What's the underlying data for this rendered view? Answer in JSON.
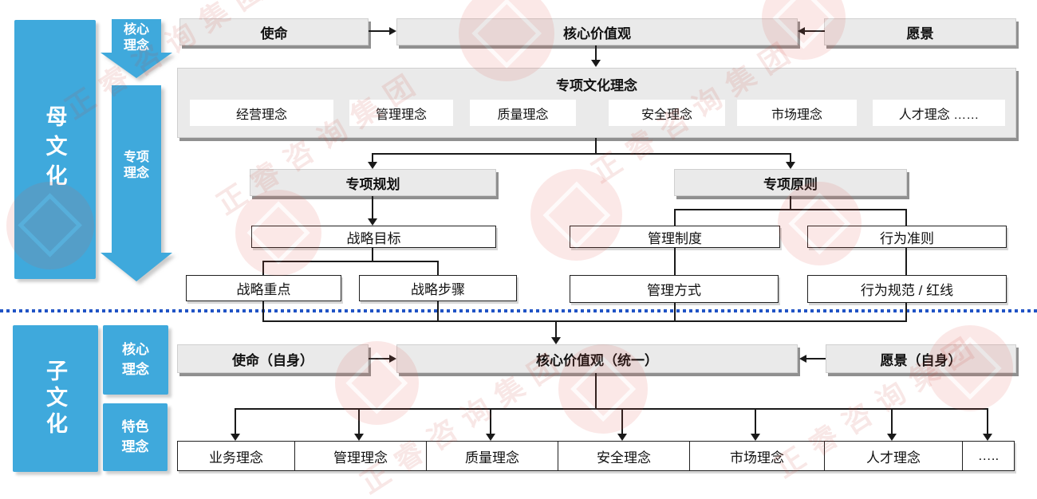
{
  "watermark": {
    "text": "正睿咨询集团"
  },
  "left_rail": {
    "parent_label": "母文化",
    "child_label": "子文化",
    "core_arrow_label": "核心理念",
    "special_arrow_label": "专项理念",
    "child_core_tag": "核心理念",
    "child_special_tag": "特色理念"
  },
  "parent_section": {
    "mission": "使命",
    "core_values": "核心价值观",
    "vision": "愿景",
    "special_culture": {
      "title": "专项文化理念",
      "items": [
        "经营理念",
        "管理理念",
        "质量理念",
        "安全理念",
        "市场理念",
        "人才理念 ……"
      ]
    },
    "planning": {
      "title": "专项规划",
      "goal": "战略目标",
      "children": [
        "战略重点",
        "战略步骤"
      ]
    },
    "principles": {
      "title": "专项原则",
      "children": [
        "管理制度",
        "行为准则"
      ],
      "details": [
        "管理方式",
        "行为规范 / 红线"
      ]
    }
  },
  "child_section": {
    "mission": "使命（自身）",
    "core_values": "核心价值观（统一）",
    "vision": "愿景（自身）",
    "items": [
      "业务理念",
      "管理理念",
      "质量理念",
      "安全理念",
      "市场理念",
      "人才理念",
      "….."
    ]
  },
  "colors": {
    "accent_blue": "#3FA9DC",
    "box_gray": "#EAEAEA",
    "separator_blue": "#2053C5",
    "watermark_red": "#E2574C"
  }
}
